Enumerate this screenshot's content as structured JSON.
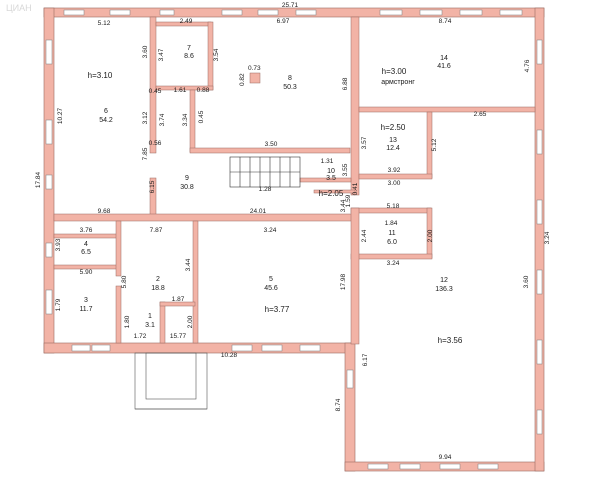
{
  "watermark": "ЦИАН",
  "colors": {
    "wall": "#f2b3a6",
    "wall_stroke": "#9c6b62",
    "window": "#ffffff",
    "window_line": "#7c7c7c",
    "background": "#ffffff",
    "text": "#1a1a1a"
  },
  "rooms": [
    {
      "id": "r1",
      "num": "1",
      "area": "3.1"
    },
    {
      "id": "r2",
      "num": "2",
      "area": "18.8"
    },
    {
      "id": "r3",
      "num": "3",
      "area": "11.7"
    },
    {
      "id": "r4",
      "num": "4",
      "area": "6.5"
    },
    {
      "id": "r5",
      "num": "5",
      "area": "45.6"
    },
    {
      "id": "r6",
      "num": "6",
      "area": "54.2"
    },
    {
      "id": "r7",
      "num": "7",
      "area": "8.6"
    },
    {
      "id": "r8",
      "num": "8",
      "area": "50.3"
    },
    {
      "id": "r9",
      "num": "9",
      "area": "30.8"
    },
    {
      "id": "r10",
      "num": "10",
      "area": "3.5"
    },
    {
      "id": "r11",
      "num": "11",
      "area": "6.0"
    },
    {
      "id": "r12",
      "num": "12",
      "area": "136.3"
    },
    {
      "id": "r13",
      "num": "13",
      "area": "12.4"
    },
    {
      "id": "r14",
      "num": "14",
      "area": "41.6"
    }
  ],
  "heights": [
    {
      "id": "h6",
      "text": "h=3.10"
    },
    {
      "id": "h14",
      "text": "h=3.00"
    },
    {
      "id": "h13",
      "text": "h=2.50"
    },
    {
      "id": "h10",
      "text": "h=2.05"
    },
    {
      "id": "h5",
      "text": "h=3.77"
    },
    {
      "id": "h12",
      "text": "h=3.56"
    }
  ],
  "notes": [
    {
      "id": "armstrong",
      "text": "армстронг"
    }
  ],
  "column": {
    "label": "0.73",
    "side": "0.82"
  },
  "dimensions": [
    {
      "id": "d01",
      "text": "25.71"
    },
    {
      "id": "d02",
      "text": "5.12"
    },
    {
      "id": "d03",
      "text": "2.49"
    },
    {
      "id": "d04",
      "text": "6.97"
    },
    {
      "id": "d05",
      "text": "8.74"
    },
    {
      "id": "d06",
      "text": "4.76"
    },
    {
      "id": "d07",
      "text": "3.60"
    },
    {
      "id": "d08",
      "text": "3.47"
    },
    {
      "id": "d09",
      "text": "3.54"
    },
    {
      "id": "d10",
      "text": "6.88"
    },
    {
      "id": "d11",
      "text": "10.27"
    },
    {
      "id": "d12",
      "text": "17.84"
    },
    {
      "id": "d13",
      "text": "0.45"
    },
    {
      "id": "d14",
      "text": "1.61"
    },
    {
      "id": "d15",
      "text": "0.88"
    },
    {
      "id": "d16",
      "text": "3.12"
    },
    {
      "id": "d17",
      "text": "3.74"
    },
    {
      "id": "d18",
      "text": "3.34"
    },
    {
      "id": "d19",
      "text": "0.45"
    },
    {
      "id": "d20",
      "text": "0.56"
    },
    {
      "id": "d21",
      "text": "7.85"
    },
    {
      "id": "d22",
      "text": "3.50"
    },
    {
      "id": "d23",
      "text": "3.57"
    },
    {
      "id": "d24",
      "text": "5.12"
    },
    {
      "id": "d25",
      "text": "2.65"
    },
    {
      "id": "d26",
      "text": "1.31"
    },
    {
      "id": "d27",
      "text": "3.55"
    },
    {
      "id": "d28",
      "text": "3.92"
    },
    {
      "id": "d29",
      "text": "3.00"
    },
    {
      "id": "d30",
      "text": "6.15"
    },
    {
      "id": "d31",
      "text": "1.28"
    },
    {
      "id": "d32",
      "text": "0.41"
    },
    {
      "id": "d33",
      "text": "1.59"
    },
    {
      "id": "d34",
      "text": "3.44"
    },
    {
      "id": "d35",
      "text": "5.18"
    },
    {
      "id": "d36",
      "text": "9.68"
    },
    {
      "id": "d37",
      "text": "24.01"
    },
    {
      "id": "d38",
      "text": "3.24"
    },
    {
      "id": "d39",
      "text": "3.76"
    },
    {
      "id": "d40",
      "text": "7.87"
    },
    {
      "id": "d41",
      "text": "3.24"
    },
    {
      "id": "d42",
      "text": "1.84"
    },
    {
      "id": "d43",
      "text": "2.44"
    },
    {
      "id": "d44",
      "text": "2.00"
    },
    {
      "id": "d45",
      "text": "3.93"
    },
    {
      "id": "d46",
      "text": "3.44"
    },
    {
      "id": "d47",
      "text": "3.24"
    },
    {
      "id": "d48",
      "text": "5.90"
    },
    {
      "id": "d49",
      "text": "5.80"
    },
    {
      "id": "d50",
      "text": "17.98"
    },
    {
      "id": "d51",
      "text": "3.60"
    },
    {
      "id": "d52",
      "text": "1.79"
    },
    {
      "id": "d53",
      "text": "1.87"
    },
    {
      "id": "d54",
      "text": "1.80"
    },
    {
      "id": "d55",
      "text": "2.00"
    },
    {
      "id": "d56",
      "text": "1.72"
    },
    {
      "id": "d57",
      "text": "15.77"
    },
    {
      "id": "d58",
      "text": "10.28"
    },
    {
      "id": "d59",
      "text": "6.17"
    },
    {
      "id": "d60",
      "text": "8.74"
    },
    {
      "id": "d61",
      "text": "9.94"
    }
  ]
}
